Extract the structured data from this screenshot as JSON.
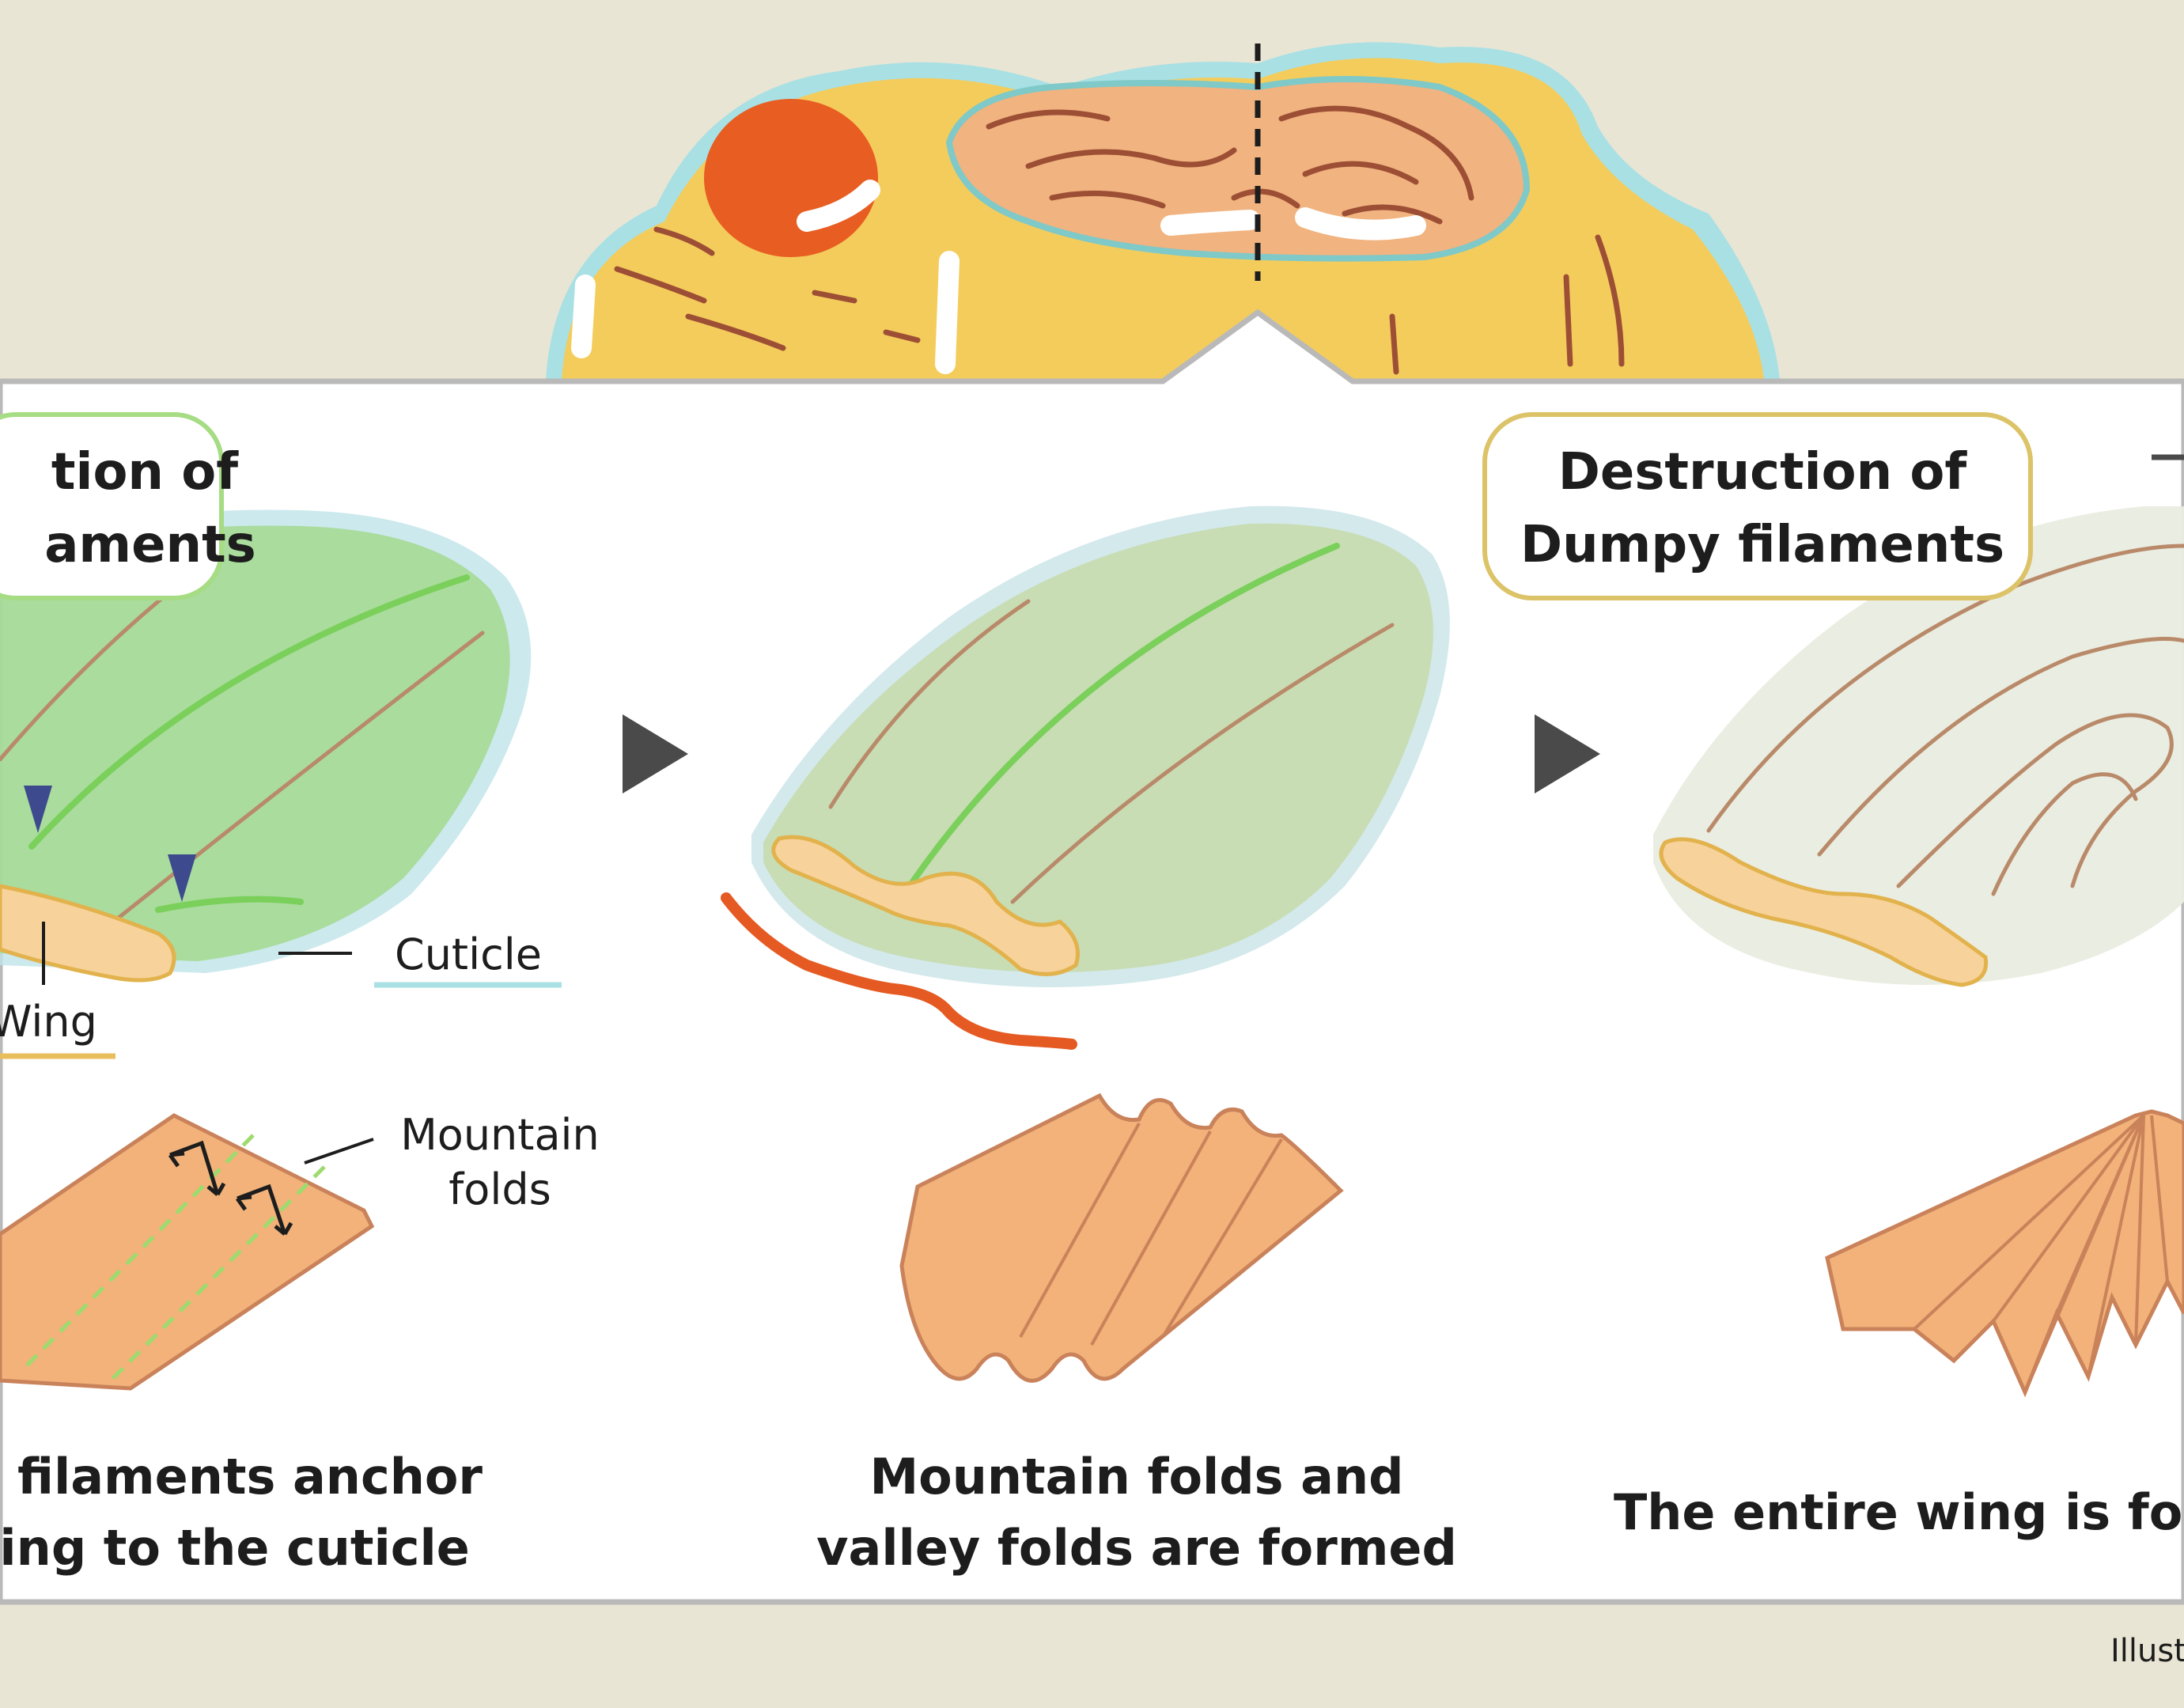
{
  "colors": {
    "background": "#e9e5d4",
    "panel": "#ffffff",
    "panel_border": "#b9b9b9",
    "wing": "#f2b27a",
    "wing_outline": "#c9825a",
    "cuticle": "#a8e0e4",
    "green_filaments": "#a2d98e",
    "callout_green": "#a6dc84",
    "callout_gold": "#dcc368",
    "wavy_line": "#e55a22",
    "arrow_marker": "#4a4a4a",
    "fly_body": "#f4cc5c",
    "fly_eye": "#e85d21"
  },
  "stage1": {
    "callout_line1": "tion of",
    "callout_line2": "aments",
    "label_wing": "Wing",
    "label_cuticle": "Cuticle",
    "label_mountain_1": "Mountain",
    "label_mountain_2": "folds",
    "caption_line1": "y filaments anchor",
    "caption_line2": "wing to the cuticle"
  },
  "stage2": {
    "caption_line1": "Mountain folds and",
    "caption_line2": "valley folds are formed"
  },
  "stage3": {
    "callout_line1": "Destruction of",
    "callout_line2": "Dumpy filaments",
    "caption_line1": "The entire wing is folded"
  },
  "credit": "Illust"
}
